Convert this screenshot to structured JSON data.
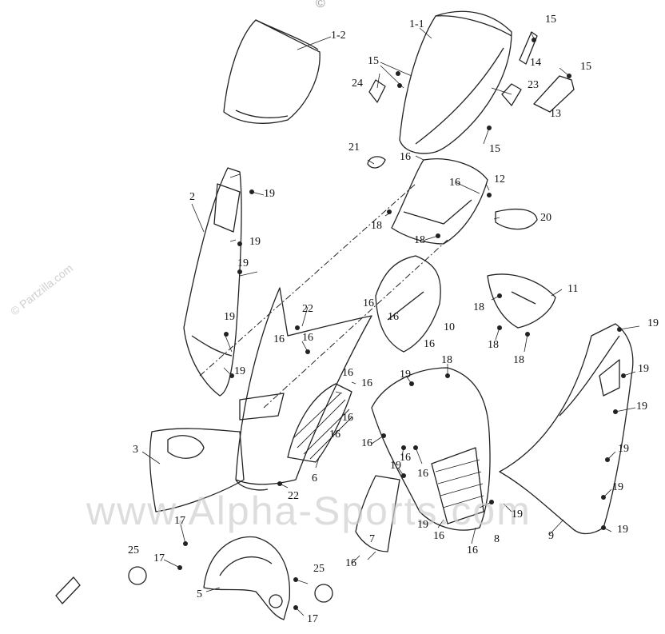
{
  "watermarks": {
    "main": "www.Alpha-Sports.com",
    "partzilla_left": "© Partzilla.com",
    "copyright_top": "©"
  },
  "callouts": [
    {
      "id": "c-1-2",
      "text": "1-2"
    },
    {
      "id": "c-1-1",
      "text": "1-1"
    },
    {
      "id": "c-15a",
      "text": "15"
    },
    {
      "id": "c-15b",
      "text": "15"
    },
    {
      "id": "c-15c",
      "text": "15"
    },
    {
      "id": "c-15d",
      "text": "15"
    },
    {
      "id": "c-14",
      "text": "14"
    },
    {
      "id": "c-24",
      "text": "24"
    },
    {
      "id": "c-23",
      "text": "23"
    },
    {
      "id": "c-13",
      "text": "13"
    },
    {
      "id": "c-21",
      "text": "21"
    },
    {
      "id": "c-16a",
      "text": "16"
    },
    {
      "id": "c-16b",
      "text": "16"
    },
    {
      "id": "c-12",
      "text": "12"
    },
    {
      "id": "c-2",
      "text": "2"
    },
    {
      "id": "c-19a",
      "text": "19"
    },
    {
      "id": "c-19b",
      "text": "19"
    },
    {
      "id": "c-19c",
      "text": "19"
    },
    {
      "id": "c-19d",
      "text": "19"
    },
    {
      "id": "c-19e",
      "text": "19"
    },
    {
      "id": "c-18a",
      "text": "18"
    },
    {
      "id": "c-18b",
      "text": "18"
    },
    {
      "id": "c-20",
      "text": "20"
    },
    {
      "id": "c-16c",
      "text": "16"
    },
    {
      "id": "c-16d",
      "text": "16"
    },
    {
      "id": "c-16e",
      "text": "16"
    },
    {
      "id": "c-10",
      "text": "10"
    },
    {
      "id": "c-11",
      "text": "11"
    },
    {
      "id": "c-18c",
      "text": "18"
    },
    {
      "id": "c-18d",
      "text": "18"
    },
    {
      "id": "c-18e",
      "text": "18"
    },
    {
      "id": "c-22a",
      "text": "22"
    },
    {
      "id": "c-16f",
      "text": "16"
    },
    {
      "id": "c-16g",
      "text": "16"
    },
    {
      "id": "c-16h",
      "text": "16"
    },
    {
      "id": "c-16i",
      "text": "16"
    },
    {
      "id": "c-16j",
      "text": "16"
    },
    {
      "id": "c-16k",
      "text": "16"
    },
    {
      "id": "c-18f",
      "text": "18"
    },
    {
      "id": "c-19f",
      "text": "19"
    },
    {
      "id": "c-19g",
      "text": "19"
    },
    {
      "id": "c-19h",
      "text": "19"
    },
    {
      "id": "c-19i",
      "text": "19"
    },
    {
      "id": "c-19j",
      "text": "19"
    },
    {
      "id": "c-19k",
      "text": "19"
    },
    {
      "id": "c-19l",
      "text": "19"
    },
    {
      "id": "c-3",
      "text": "3"
    },
    {
      "id": "c-6",
      "text": "6"
    },
    {
      "id": "c-22b",
      "text": "22"
    },
    {
      "id": "c-16l",
      "text": "16"
    },
    {
      "id": "c-16m",
      "text": "16"
    },
    {
      "id": "c-19m",
      "text": "19"
    },
    {
      "id": "c-16n",
      "text": "16"
    },
    {
      "id": "c-19n",
      "text": "19"
    },
    {
      "id": "c-19o",
      "text": "19"
    },
    {
      "id": "c-16o",
      "text": "16"
    },
    {
      "id": "c-16p",
      "text": "16"
    },
    {
      "id": "c-8",
      "text": "8"
    },
    {
      "id": "c-9",
      "text": "9"
    },
    {
      "id": "c-7",
      "text": "7"
    },
    {
      "id": "c-16q",
      "text": "16"
    },
    {
      "id": "c-17a",
      "text": "17"
    },
    {
      "id": "c-17b",
      "text": "17"
    },
    {
      "id": "c-17c",
      "text": "17"
    },
    {
      "id": "c-25a",
      "text": "25"
    },
    {
      "id": "c-25b",
      "text": "25"
    },
    {
      "id": "c-5",
      "text": "5"
    }
  ]
}
